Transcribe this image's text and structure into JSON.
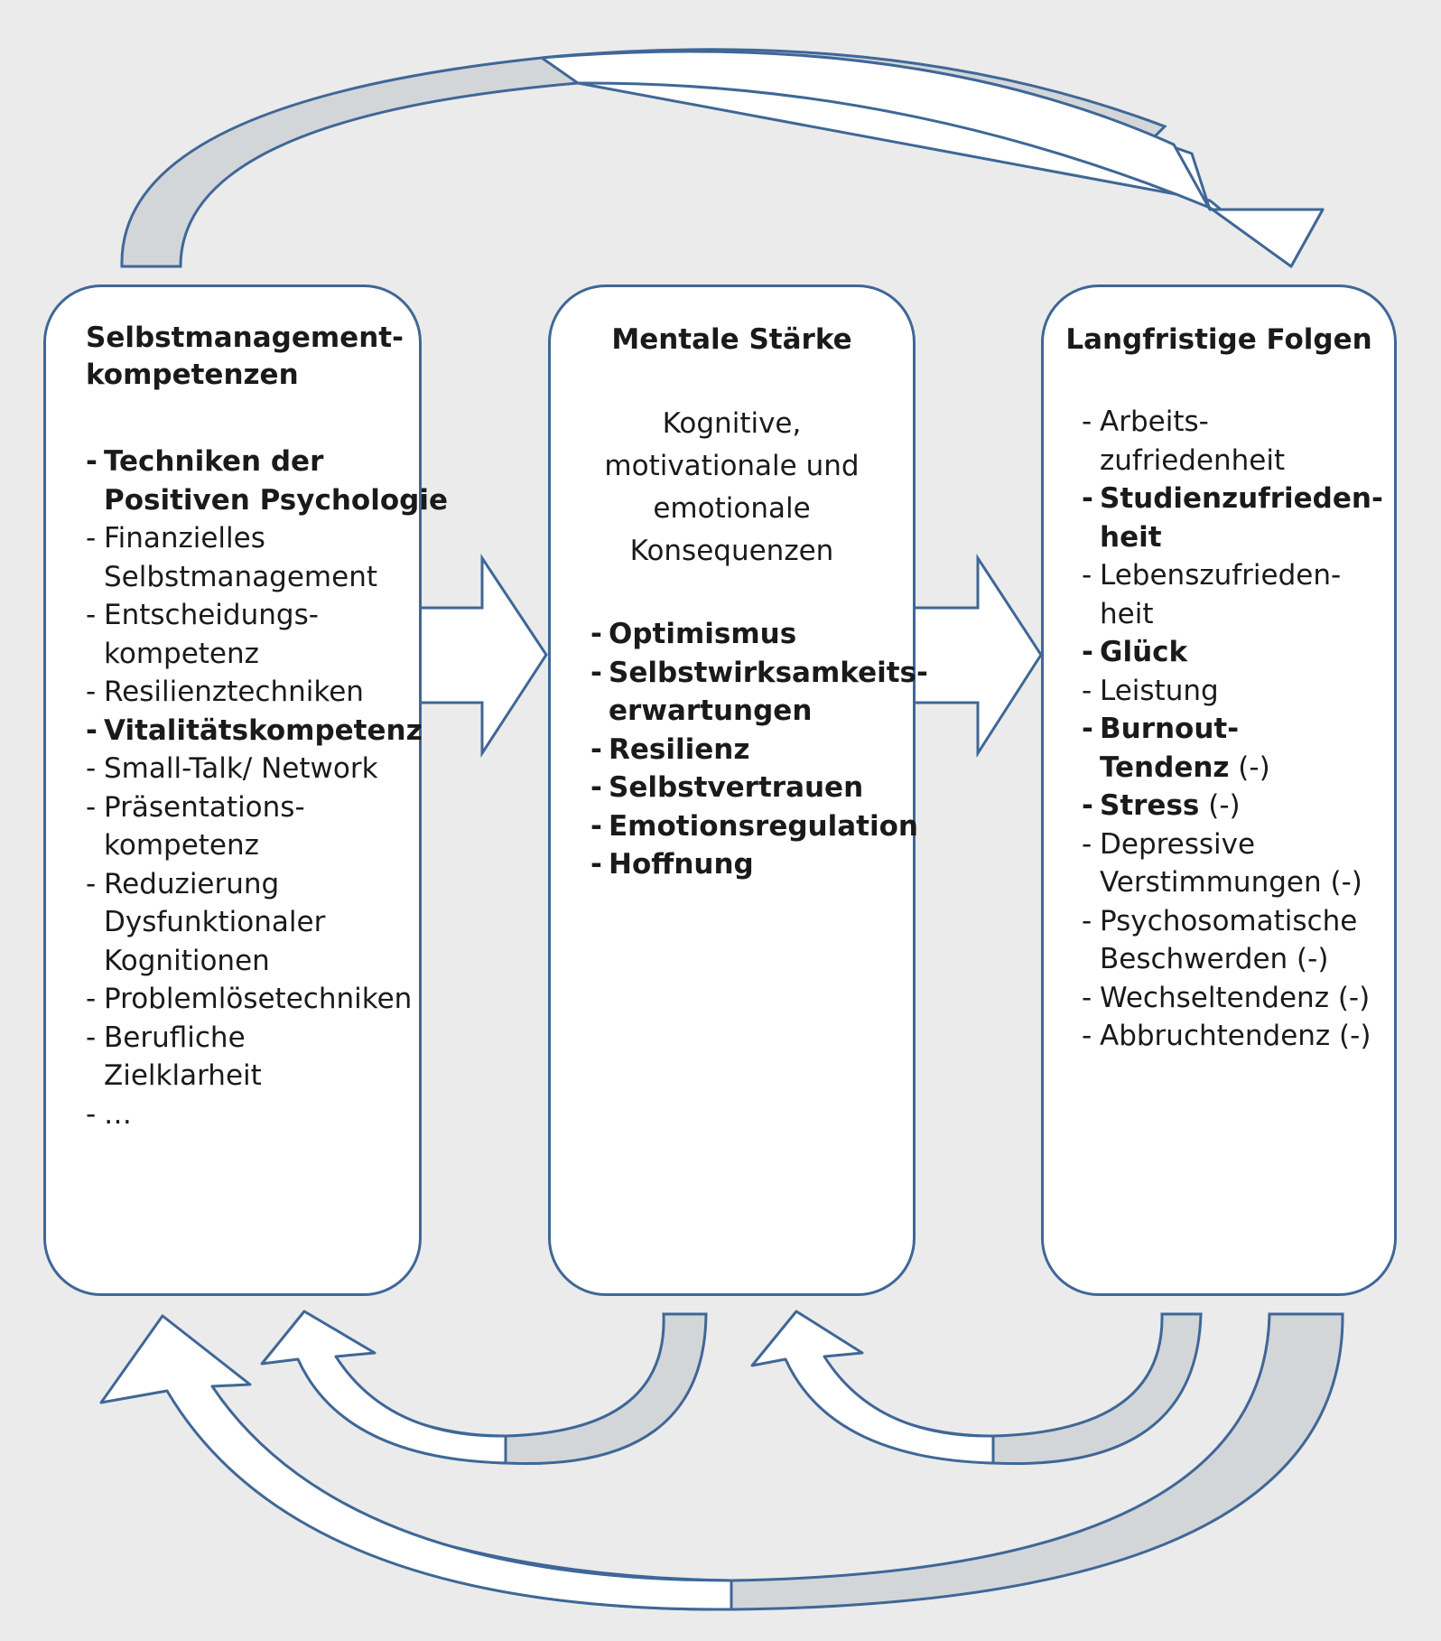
{
  "colors": {
    "background": "#ebebeb",
    "border": "#3f6797",
    "box_fill": "#ffffff",
    "arrow_shadow": "#d3d6d9"
  },
  "boxes": {
    "left": {
      "title_line1": "Selbstmanagement-",
      "title_line2": "kompetenzen",
      "items": [
        {
          "lines": [
            "Techniken der",
            "Positiven Psychologie"
          ],
          "bold": true
        },
        {
          "lines": [
            "Finanzielles",
            "Selbstmanagement"
          ],
          "bold": false
        },
        {
          "lines": [
            "Entscheidungs-",
            "kompetenz"
          ],
          "bold": false
        },
        {
          "lines": [
            "Resilienztechniken"
          ],
          "bold": false
        },
        {
          "lines": [
            "Vitalitätskompetenz"
          ],
          "bold": true
        },
        {
          "lines": [
            "Small-Talk/ Network"
          ],
          "bold": false
        },
        {
          "lines": [
            "Präsentations-",
            "kompetenz"
          ],
          "bold": false
        },
        {
          "lines": [
            "Reduzierung",
            "Dysfunktionaler",
            "Kognitionen"
          ],
          "bold": false
        },
        {
          "lines": [
            "Problemlösetechniken"
          ],
          "bold": false
        },
        {
          "lines": [
            "Berufliche",
            "Zielklarheit"
          ],
          "bold": false
        },
        {
          "lines": [
            "…"
          ],
          "bold": false
        }
      ]
    },
    "middle": {
      "title": "Mentale Stärke",
      "subtitle_lines": [
        "Kognitive,",
        "motivationale und",
        "emotionale",
        "Konsequenzen"
      ],
      "items": [
        {
          "lines": [
            "Optimismus"
          ],
          "bold": true
        },
        {
          "lines": [
            "Selbstwirksamkeits-",
            "erwartungen"
          ],
          "bold": true
        },
        {
          "lines": [
            "Resilienz"
          ],
          "bold": true
        },
        {
          "lines": [
            "Selbstvertrauen"
          ],
          "bold": true
        },
        {
          "lines": [
            "Emotionsregulation"
          ],
          "bold": true
        },
        {
          "lines": [
            "Hoffnung"
          ],
          "bold": true
        }
      ]
    },
    "right": {
      "title": "Langfristige Folgen",
      "items": [
        {
          "lines": [
            "Arbeits-",
            "zufriedenheit"
          ],
          "bold": false
        },
        {
          "lines": [
            "Studienzufrieden-",
            "heit"
          ],
          "bold": true
        },
        {
          "lines": [
            "Lebenszufrieden-",
            "heit"
          ],
          "bold": false
        },
        {
          "lines": [
            "Glück"
          ],
          "bold": true
        },
        {
          "lines": [
            "Leistung"
          ],
          "bold": false
        },
        {
          "lines": [
            "Burnout-",
            "Tendenz"
          ],
          "bold": true,
          "suffix": " (-)"
        },
        {
          "lines": [
            "Stress"
          ],
          "bold": true,
          "suffix": " (-)"
        },
        {
          "lines": [
            "Depressive",
            "Verstimmungen (-)"
          ],
          "bold": false
        },
        {
          "lines": [
            "Psychosomatische",
            "Beschwerden (-)"
          ],
          "bold": false
        },
        {
          "lines": [
            "Wechseltendenz (-)"
          ],
          "bold": false
        },
        {
          "lines": [
            "Abbruchtendenz (-)"
          ],
          "bold": false
        }
      ]
    }
  }
}
